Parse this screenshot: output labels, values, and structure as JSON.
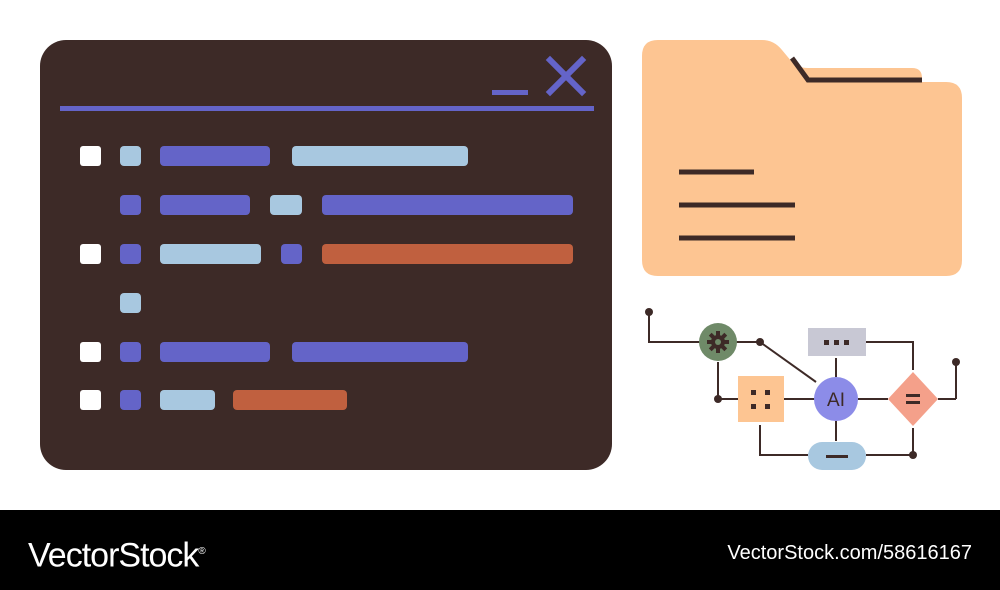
{
  "colors": {
    "window_bg": "#3d2a27",
    "accent_purple": "#6464c8",
    "light_blue": "#a8c8e0",
    "orange": "#c0603f",
    "folder": "#fdc592",
    "folder_line": "#3d2a27",
    "gear_green": "#6f8a68",
    "peach": "#fdc592",
    "gray_box": "#c8c8d4",
    "diamond": "#f4a08a",
    "ai_circle": "#8c8ce8",
    "pill": "#a8c8e0",
    "footer_bg": "#000000"
  },
  "window": {
    "controls": [
      "minimize-icon",
      "close-icon"
    ]
  },
  "diagram": {
    "ai_label": "AI",
    "icons": [
      "gear-icon",
      "grid-dots-icon",
      "ellipsis-icon",
      "equals-icon",
      "minus-icon"
    ]
  },
  "footer": {
    "brand": "VectorStock",
    "registered": "®",
    "url": "VectorStock.com/58616167"
  }
}
